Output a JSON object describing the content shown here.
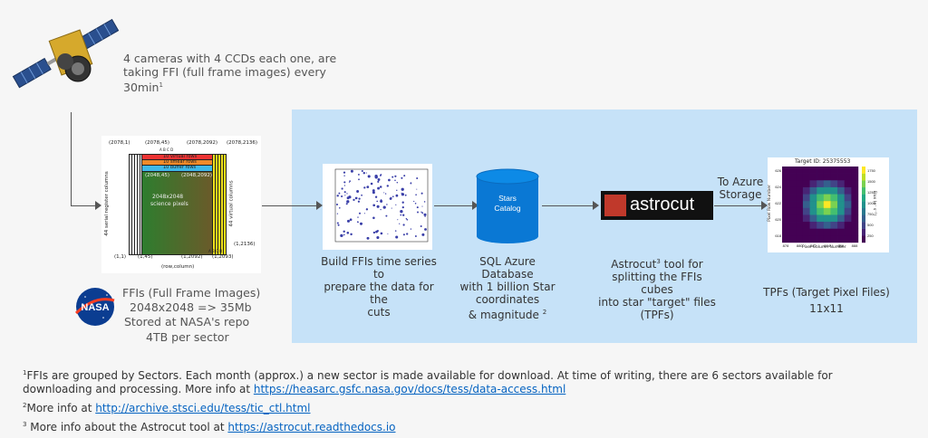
{
  "satellite": {
    "caption_line1": "4 cameras with 4 CCDs each one, are",
    "caption_line2": "taking FFI (full frame images) every",
    "caption_line3": "30min",
    "caption_sup": "1"
  },
  "ffi_diagram": {
    "corner_tl": "(2078,1)",
    "corner_t2": "(2078,45)",
    "corner_t3": "(2078,2092)",
    "corner_tr": "(2078,2136)",
    "abcd_top": "A  B  C  D",
    "row_virtual": "10 virtual rows",
    "row_smear": "10 smear rows",
    "row_buffer": "10 buffer rows",
    "mid_left": "(2048,45)",
    "mid_right": "(2048,2092)",
    "science_line1": "2048x2048",
    "science_line2": "science pixels",
    "left_vertical": "44 serial register columns",
    "right_vertical": "44 virtual columns",
    "bottom_1": "(1,1)",
    "bottom_2": "(1,45)",
    "bottom_3": "(1,2092)",
    "bottom_4": "(1,2093)",
    "right_mid": "(1,2136)",
    "abcd_bottom": "A  B  C  D",
    "axis": "(row,column)"
  },
  "nasa": {
    "logo_text": "NASA",
    "title": "FFIs (Full Frame Images)",
    "line2": "2048x2048 => 35Mb",
    "line3": "Stored at NASA's repo",
    "line4": "4TB per sector"
  },
  "timeseries": {
    "caption_line1": "Build FFIs time series to",
    "caption_line2": "prepare the data for the",
    "caption_line3": "cuts"
  },
  "database": {
    "label_line1": "Stars",
    "label_line2": "Catalog",
    "caption_line1": "SQL Azure Database",
    "caption_line2": "with 1 billion Star",
    "caption_line3": "coordinates",
    "caption_line4": "& magnitude",
    "caption_sup": "2"
  },
  "astrocut": {
    "logo_text": "astrocut",
    "caption_line1a": "Astrocut",
    "caption_sup": "3",
    "caption_line1b": " tool for",
    "caption_line2": "splitting the FFIs cubes",
    "caption_line3": "into star \"target\" files",
    "caption_line4": "(TPFs)"
  },
  "azure": {
    "label_line1": "To Azure",
    "label_line2": "Storage"
  },
  "tpf": {
    "plot_title": "Target ID: 25375553",
    "xlabel": "Pixel Column Number",
    "ylabel": "Pixel Row Number",
    "colorbar_label": "Flux (e⁻ s⁻¹)",
    "x_ticks": [
      "878",
      "880",
      "882",
      "884",
      "886",
      "888"
    ],
    "y_ticks": [
      "626",
      "624",
      "622",
      "620",
      "618"
    ],
    "colorbar_ticks": [
      "1750",
      "1500",
      "1250",
      "1000",
      "750",
      "500",
      "250"
    ],
    "caption_line1": "TPFs (Target Pixel Files)",
    "caption_line2": "11x11"
  },
  "footnotes": {
    "f1_sup": "1",
    "f1_text": "FFIs are grouped by Sectors. Each month (approx.) a new sector is made available for download. At time of writing, there are 6 sectors available for",
    "f1_text2": "downloading and processing. More info at ",
    "f1_link": "https://heasarc.gsfc.nasa.gov/docs/tess/data-access.html",
    "f2_sup": "2",
    "f2_text": "More info at ",
    "f2_link": "http://archive.stsci.edu/tess/tic_ctl.html",
    "f3_sup": "3",
    "f3_text": " More info about the Astrocut tool at ",
    "f3_link": "https://astrocut.readthedocs.io"
  },
  "colors": {
    "panel": "#c6e2f8",
    "db_blue": "#0a78d4",
    "link": "#0563c1",
    "virtual_red": "#ee3333",
    "smear_orange": "#f08a2a",
    "buffer_cyan": "#3fb8e8",
    "virtual_yellow": "#f2e21a"
  }
}
